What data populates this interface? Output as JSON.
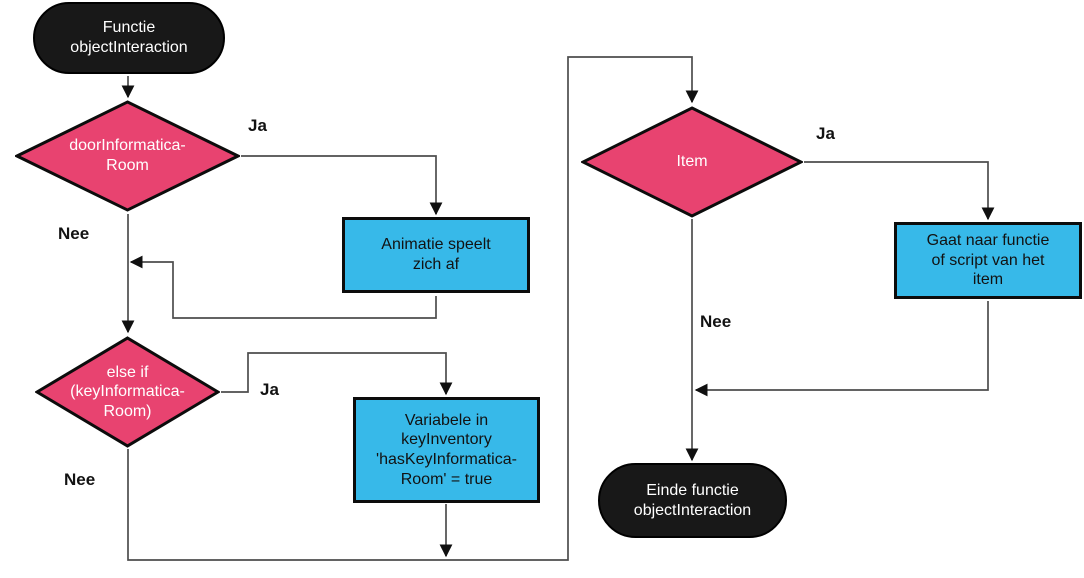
{
  "colors": {
    "decision": "#e84370",
    "process": "#37b9e9",
    "terminator": "#181818",
    "line": "#4d4d4d",
    "arrow": "#101010",
    "canvas": "#ffffff",
    "text-light": "#ffffff",
    "text-dark": "#121212"
  },
  "nodes": {
    "start": {
      "label": "Functie\nobjectInteraction"
    },
    "door_check": {
      "label": "doorInformatica-\nRoom"
    },
    "animatie": {
      "label": "Animatie speelt\nzich af"
    },
    "key_check": {
      "label": "else if\n(keyInformatica-\nRoom)"
    },
    "variabele": {
      "label": "Variabele in\nkeyInventory\n'hasKeyInformatica-\nRoom' = true"
    },
    "item_check": {
      "label": "Item"
    },
    "gaat_naar": {
      "label": "Gaat naar functie\nof script van het\nitem"
    },
    "einde": {
      "label": "Einde functie\nobjectInteraction"
    }
  },
  "edge_labels": {
    "door_ja": "Ja",
    "door_nee": "Nee",
    "key_ja": "Ja",
    "key_nee": "Nee",
    "item_ja": "Ja",
    "item_nee": "Nee"
  }
}
